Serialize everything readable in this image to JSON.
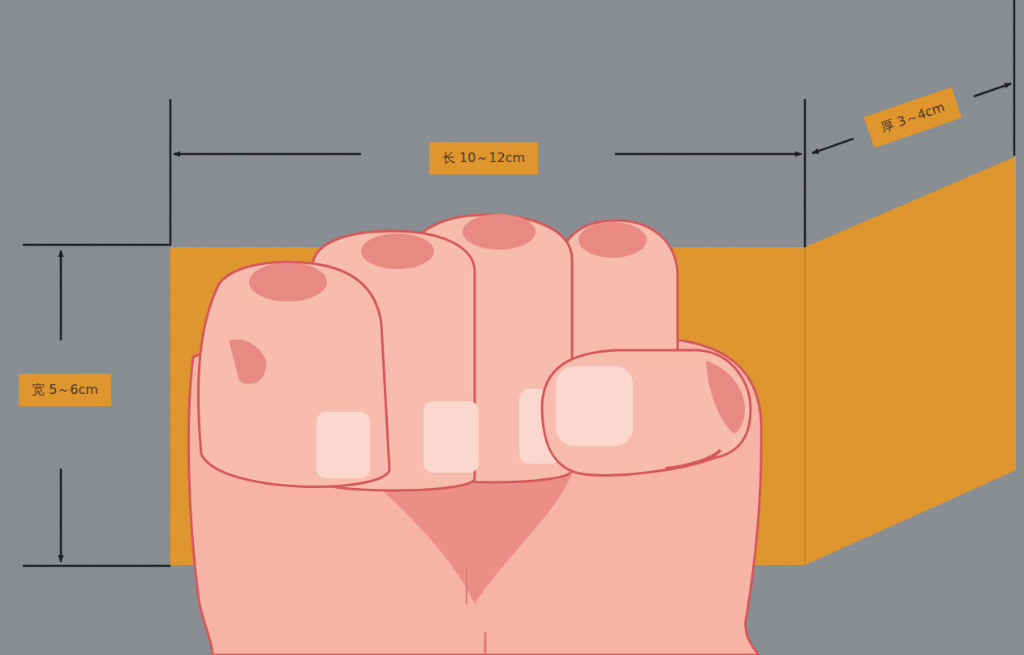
{
  "diagram": {
    "labels": [
      "长 10～12cm",
      "宽 5～6cm",
      "厚 3～4cm"
    ]
  }
}
